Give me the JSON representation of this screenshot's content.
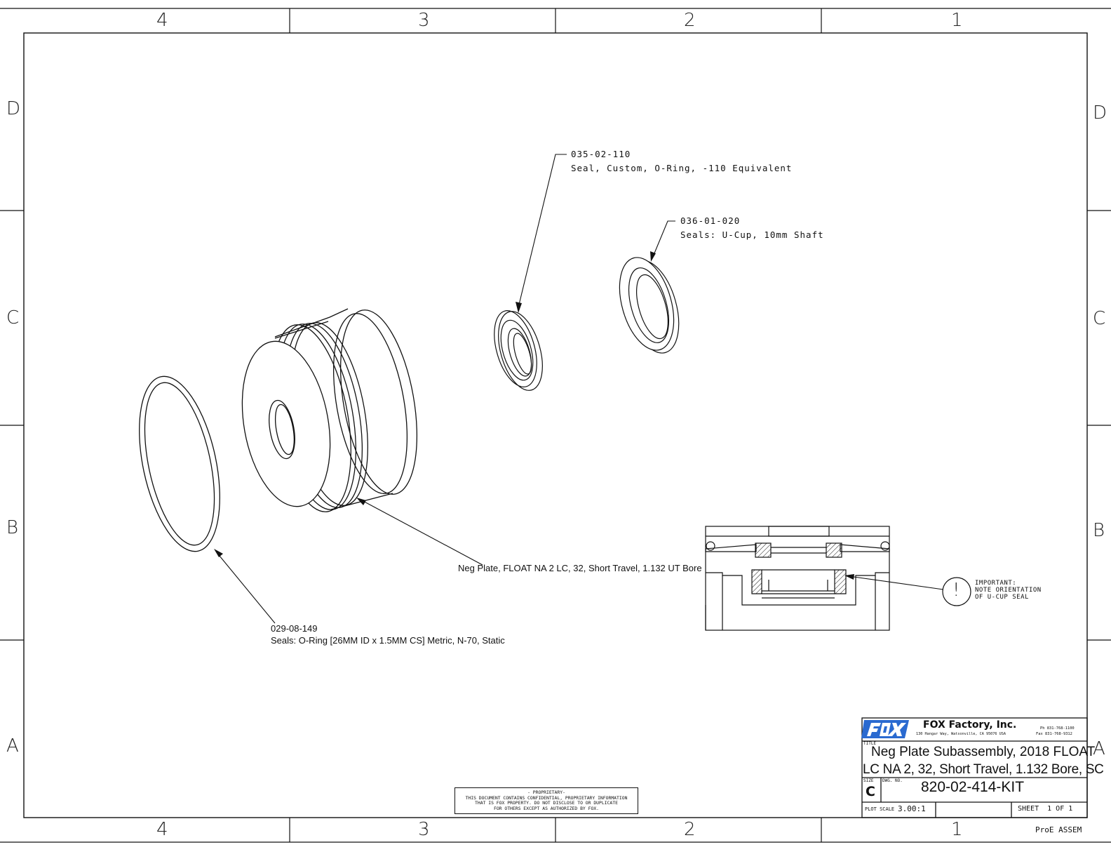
{
  "zones": {
    "columns": [
      "4",
      "3",
      "2",
      "1"
    ],
    "rows": [
      "D",
      "C",
      "B",
      "A"
    ]
  },
  "callouts": {
    "seal_custom": {
      "part": "035-02-110",
      "desc": "Seal, Custom, O-Ring, -110 Equivalent"
    },
    "ucup": {
      "part": "036-01-020",
      "desc": "Seals: U-Cup, 10mm Shaft"
    },
    "neg_plate": {
      "desc": "Neg Plate, FLOAT NA 2 LC, 32, Short Travel, 1.132 UT Bore"
    },
    "oring": {
      "part": "029-08-149",
      "desc": "Seals: O-Ring [26MM ID x 1.5MM CS] Metric, N-70, Static"
    },
    "important": {
      "line1": "IMPORTANT:",
      "line2": "NOTE ORIENTATION",
      "line3": "OF U-CUP SEAL",
      "symbol": "!"
    }
  },
  "proprietary": {
    "line1": "- PROPRIETARY-",
    "line2": "THIS DOCUMENT CONTAINS CONFIDENTIAL, PROPRIETARY INFORMATION",
    "line3": "THAT IS FOX PROPERTY.  DO NOT DISCLOSE TO OR DUPLICATE",
    "line4": "FOR OTHERS EXCEPT AS AUTHORIZED BY FOX."
  },
  "title_block": {
    "company": "FOX Factory, Inc.",
    "address": "130 Hangar Way, Watsonville, CA 95076 USA",
    "phone": "Ph 831-768-1100",
    "fax": "Fax 831-768-9312",
    "title_label": "TITLE",
    "title_line1": "Neg Plate Subassembly, 2018 FLOAT",
    "title_line2": "LC NA 2, 32, Short Travel, 1.132 Bore, SC",
    "size_label": "SIZE",
    "size": "C",
    "dwg_label": "DWG. NO.",
    "dwg_no": "820-02-414-KIT",
    "plot_scale_label": "PLOT SCALE",
    "plot_scale": "3.00:1",
    "sheet": "SHEET  1 OF 1",
    "footer": "ProE ASSEM"
  },
  "colors": {
    "line": "#111111",
    "logo": "#2a6ad0",
    "paper": "#ffffff"
  }
}
